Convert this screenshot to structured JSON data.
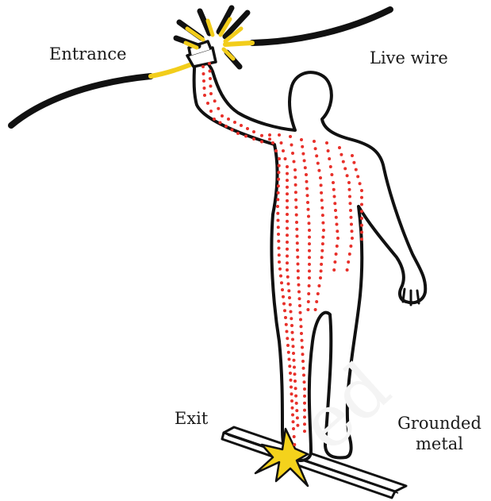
{
  "labels": {
    "entrance": "Entrance",
    "live_wire": "Live wire",
    "exit": "Exit",
    "grounded_line1": "Grounded",
    "grounded_line2": "metal"
  },
  "colors": {
    "wire": "#111111",
    "insulation_stripped": "#f2cd1b",
    "current_path": "#e8302a",
    "spark": "#f4d21c",
    "outline": "#111111"
  }
}
